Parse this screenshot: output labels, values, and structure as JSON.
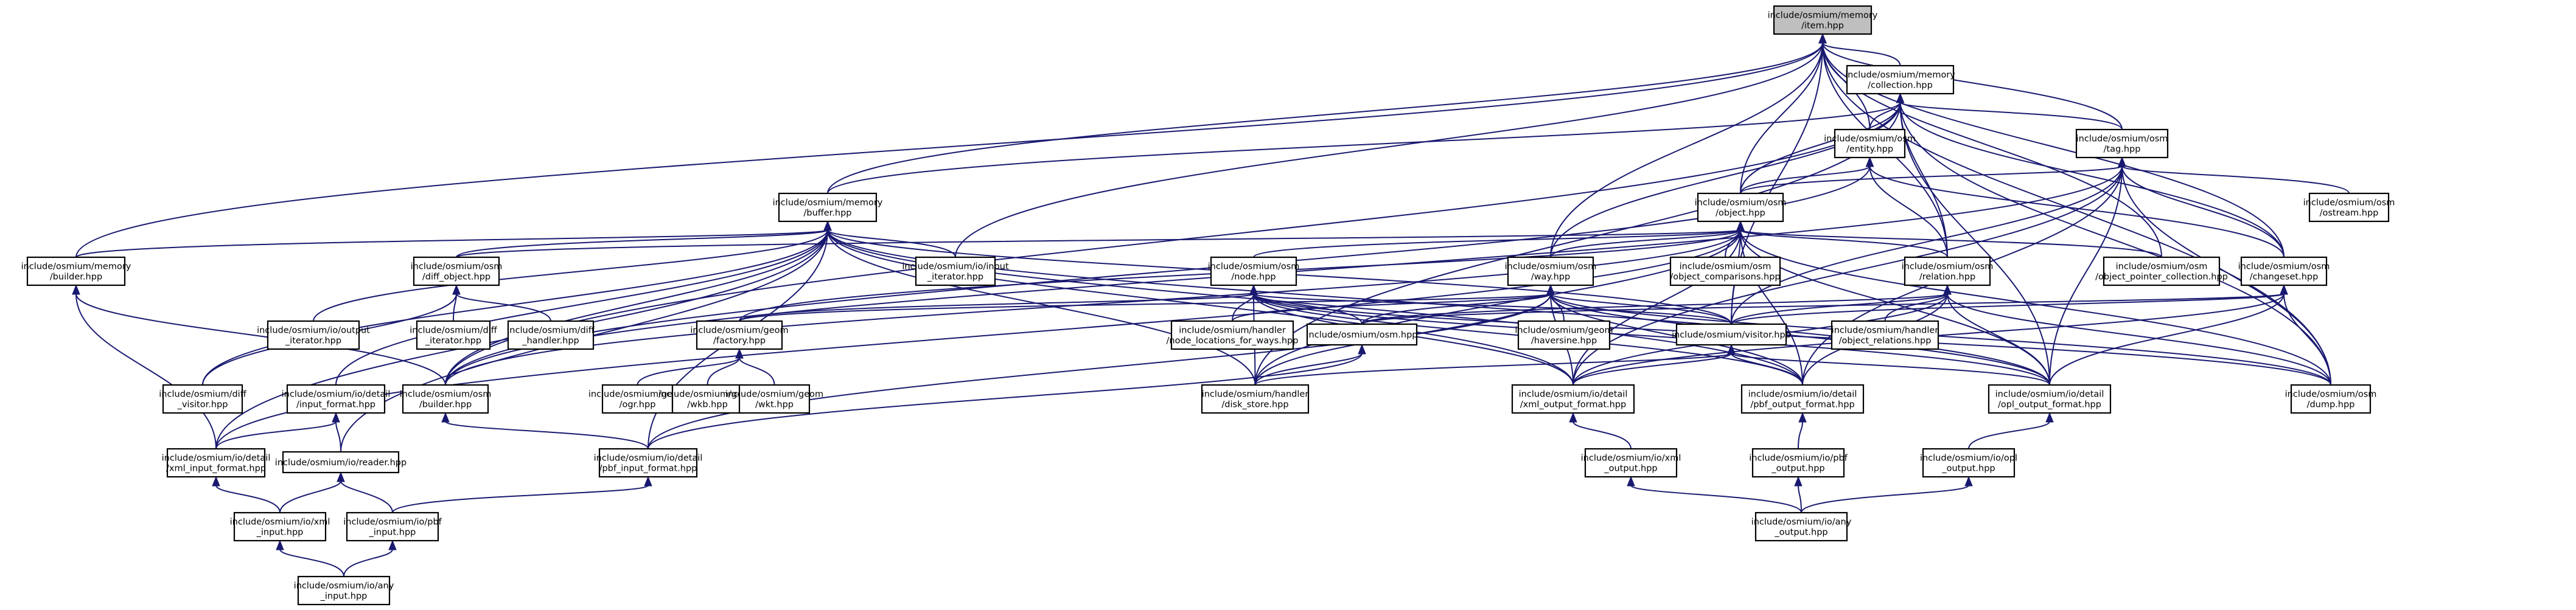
{
  "graph": {
    "nodes": [
      {
        "id": "item",
        "lines": [
          "include/osmium/memory",
          "/item.hpp"
        ],
        "root": true
      },
      {
        "id": "collection",
        "lines": [
          "include/osmium/memory",
          "/collection.hpp"
        ]
      },
      {
        "id": "entity",
        "lines": [
          "include/osmium/osm",
          "/entity.hpp"
        ]
      },
      {
        "id": "tag",
        "lines": [
          "include/osmium/osm",
          "/tag.hpp"
        ]
      },
      {
        "id": "buffer",
        "lines": [
          "include/osmium/memory",
          "/buffer.hpp"
        ]
      },
      {
        "id": "object",
        "lines": [
          "include/osmium/osm",
          "/object.hpp"
        ]
      },
      {
        "id": "ostream",
        "lines": [
          "include/osmium/osm",
          "/ostream.hpp"
        ]
      },
      {
        "id": "mbuilder",
        "lines": [
          "include/osmium/memory",
          "/builder.hpp"
        ]
      },
      {
        "id": "diff_object",
        "lines": [
          "include/osmium/osm",
          "/diff_object.hpp"
        ]
      },
      {
        "id": "input_iterator",
        "lines": [
          "include/osmium/io/input",
          "_iterator.hpp"
        ]
      },
      {
        "id": "node",
        "lines": [
          "include/osmium/osm",
          "/node.hpp"
        ]
      },
      {
        "id": "way",
        "lines": [
          "include/osmium/osm",
          "/way.hpp"
        ]
      },
      {
        "id": "object_comparisons",
        "lines": [
          "include/osmium/osm",
          "/object_comparisons.hpp"
        ]
      },
      {
        "id": "relation",
        "lines": [
          "include/osmium/osm",
          "/relation.hpp"
        ]
      },
      {
        "id": "object_pointer_collection",
        "lines": [
          "include/osmium/osm",
          "/object_pointer_collection.hpp"
        ]
      },
      {
        "id": "changeset",
        "lines": [
          "include/osmium/osm",
          "/changeset.hpp"
        ]
      },
      {
        "id": "output_iterator",
        "lines": [
          "include/osmium/io/output",
          "_iterator.hpp"
        ]
      },
      {
        "id": "diff_iterator",
        "lines": [
          "include/osmium/diff",
          "_iterator.hpp"
        ]
      },
      {
        "id": "diff_handler",
        "lines": [
          "include/osmium/diff",
          "_handler.hpp"
        ]
      },
      {
        "id": "geom_factory",
        "lines": [
          "include/osmium/geom",
          "/factory.hpp"
        ]
      },
      {
        "id": "node_locations",
        "lines": [
          "include/osmium/handler",
          "/node_locations_for_ways.hpp"
        ]
      },
      {
        "id": "osm_hpp",
        "lines": [
          "include/osmium/osm.hpp"
        ]
      },
      {
        "id": "haversine",
        "lines": [
          "include/osmium/geom",
          "/haversine.hpp"
        ]
      },
      {
        "id": "visitor",
        "lines": [
          "include/osmium/visitor.hpp"
        ]
      },
      {
        "id": "object_relations",
        "lines": [
          "include/osmium/handler",
          "/object_relations.hpp"
        ]
      },
      {
        "id": "diff_visitor",
        "lines": [
          "include/osmium/diff",
          "_visitor.hpp"
        ]
      },
      {
        "id": "input_format",
        "lines": [
          "include/osmium/io/detail",
          "/input_format.hpp"
        ]
      },
      {
        "id": "osm_builder",
        "lines": [
          "include/osmium/osm",
          "/builder.hpp"
        ]
      },
      {
        "id": "ogr",
        "lines": [
          "include/osmium/geom",
          "/ogr.hpp"
        ]
      },
      {
        "id": "wkb",
        "lines": [
          "include/osmium/geom",
          "/wkb.hpp"
        ]
      },
      {
        "id": "wkt",
        "lines": [
          "include/osmium/geom",
          "/wkt.hpp"
        ]
      },
      {
        "id": "disk_store",
        "lines": [
          "include/osmium/handler",
          "/disk_store.hpp"
        ]
      },
      {
        "id": "xml_output_format",
        "lines": [
          "include/osmium/io/detail",
          "/xml_output_format.hpp"
        ]
      },
      {
        "id": "pbf_output_format",
        "lines": [
          "include/osmium/io/detail",
          "/pbf_output_format.hpp"
        ]
      },
      {
        "id": "opl_output_format",
        "lines": [
          "include/osmium/io/detail",
          "/opl_output_format.hpp"
        ]
      },
      {
        "id": "dump",
        "lines": [
          "include/osmium/osm",
          "/dump.hpp"
        ]
      },
      {
        "id": "xml_input_format",
        "lines": [
          "include/osmium/io/detail",
          "/xml_input_format.hpp"
        ]
      },
      {
        "id": "reader",
        "lines": [
          "include/osmium/io/reader.hpp"
        ]
      },
      {
        "id": "pbf_input_format",
        "lines": [
          "include/osmium/io/detail",
          "/pbf_input_format.hpp"
        ]
      },
      {
        "id": "xml_output",
        "lines": [
          "include/osmium/io/xml",
          "_output.hpp"
        ]
      },
      {
        "id": "pbf_output",
        "lines": [
          "include/osmium/io/pbf",
          "_output.hpp"
        ]
      },
      {
        "id": "opl_output",
        "lines": [
          "include/osmium/io/opl",
          "_output.hpp"
        ]
      },
      {
        "id": "xml_input",
        "lines": [
          "include/osmium/io/xml",
          "_input.hpp"
        ]
      },
      {
        "id": "pbf_input",
        "lines": [
          "include/osmium/io/pbf",
          "_input.hpp"
        ]
      },
      {
        "id": "any_output",
        "lines": [
          "include/osmium/io/any",
          "_output.hpp"
        ]
      },
      {
        "id": "any_input",
        "lines": [
          "include/osmium/io/any",
          "_input.hpp"
        ]
      }
    ],
    "edges": [
      [
        "collection",
        "item"
      ],
      [
        "entity",
        "item"
      ],
      [
        "tag",
        "item"
      ],
      [
        "buffer",
        "item"
      ],
      [
        "object",
        "item"
      ],
      [
        "relation",
        "item"
      ],
      [
        "changeset",
        "item"
      ],
      [
        "mbuilder",
        "item"
      ],
      [
        "input_iterator",
        "item"
      ],
      [
        "way",
        "item"
      ],
      [
        "visitor",
        "item"
      ],
      [
        "dump",
        "item"
      ],
      [
        "object_pointer_collection",
        "item"
      ],
      [
        "entity",
        "collection"
      ],
      [
        "tag",
        "collection"
      ],
      [
        "buffer",
        "collection"
      ],
      [
        "object",
        "collection"
      ],
      [
        "relation",
        "collection"
      ],
      [
        "changeset",
        "collection"
      ],
      [
        "way",
        "collection"
      ],
      [
        "dump",
        "collection"
      ],
      [
        "osm_builder",
        "collection"
      ],
      [
        "opl_output_format",
        "collection"
      ],
      [
        "disk_store",
        "collection"
      ],
      [
        "object",
        "entity"
      ],
      [
        "relation",
        "entity"
      ],
      [
        "osm_builder",
        "entity"
      ],
      [
        "changeset",
        "entity"
      ],
      [
        "object",
        "tag"
      ],
      [
        "changeset",
        "tag"
      ],
      [
        "ostream",
        "tag"
      ],
      [
        "opl_output_format",
        "tag"
      ],
      [
        "dump",
        "tag"
      ],
      [
        "osm_builder",
        "tag"
      ],
      [
        "xml_output_format",
        "tag"
      ],
      [
        "visitor",
        "tag"
      ],
      [
        "pbf_output_format",
        "tag"
      ],
      [
        "mbuilder",
        "buffer"
      ],
      [
        "diff_object",
        "buffer"
      ],
      [
        "input_iterator",
        "buffer"
      ],
      [
        "output_iterator",
        "buffer"
      ],
      [
        "osm_builder",
        "buffer"
      ],
      [
        "disk_store",
        "buffer"
      ],
      [
        "xml_output_format",
        "buffer"
      ],
      [
        "pbf_output_format",
        "buffer"
      ],
      [
        "opl_output_format",
        "buffer"
      ],
      [
        "xml_input_format",
        "buffer"
      ],
      [
        "pbf_input_format",
        "buffer"
      ],
      [
        "input_format",
        "buffer"
      ],
      [
        "diff_visitor",
        "buffer"
      ],
      [
        "visitor",
        "buffer"
      ],
      [
        "reader",
        "buffer"
      ],
      [
        "node",
        "object"
      ],
      [
        "way",
        "object"
      ],
      [
        "relation",
        "object"
      ],
      [
        "object_comparisons",
        "object"
      ],
      [
        "object_pointer_collection",
        "object"
      ],
      [
        "diff_object",
        "object"
      ],
      [
        "visitor",
        "object"
      ],
      [
        "geom_factory",
        "object"
      ],
      [
        "dump",
        "object"
      ],
      [
        "xml_output_format",
        "object"
      ],
      [
        "pbf_output_format",
        "object"
      ],
      [
        "opl_output_format",
        "object"
      ],
      [
        "osm_builder",
        "object"
      ],
      [
        "disk_store",
        "object"
      ],
      [
        "xml_input_format",
        "object"
      ],
      [
        "diff_iterator",
        "diff_object"
      ],
      [
        "diff_handler",
        "diff_object"
      ],
      [
        "diff_visitor",
        "diff_object"
      ],
      [
        "xml_input_format",
        "mbuilder"
      ],
      [
        "osm_builder",
        "mbuilder"
      ],
      [
        "geom_factory",
        "node"
      ],
      [
        "node_locations",
        "node"
      ],
      [
        "osm_hpp",
        "node"
      ],
      [
        "visitor",
        "node"
      ],
      [
        "disk_store",
        "node"
      ],
      [
        "xml_output_format",
        "node"
      ],
      [
        "pbf_output_format",
        "node"
      ],
      [
        "opl_output_format",
        "node"
      ],
      [
        "dump",
        "node"
      ],
      [
        "geom_factory",
        "way"
      ],
      [
        "node_locations",
        "way"
      ],
      [
        "osm_hpp",
        "way"
      ],
      [
        "haversine",
        "way"
      ],
      [
        "visitor",
        "way"
      ],
      [
        "disk_store",
        "way"
      ],
      [
        "xml_output_format",
        "way"
      ],
      [
        "pbf_output_format",
        "way"
      ],
      [
        "opl_output_format",
        "way"
      ],
      [
        "dump",
        "way"
      ],
      [
        "pbf_input_format",
        "way"
      ],
      [
        "osm_hpp",
        "relation"
      ],
      [
        "visitor",
        "relation"
      ],
      [
        "object_relations",
        "relation"
      ],
      [
        "xml_output_format",
        "relation"
      ],
      [
        "pbf_output_format",
        "relation"
      ],
      [
        "opl_output_format",
        "relation"
      ],
      [
        "dump",
        "relation"
      ],
      [
        "osm_hpp",
        "changeset"
      ],
      [
        "visitor",
        "changeset"
      ],
      [
        "xml_output_format",
        "changeset"
      ],
      [
        "opl_output_format",
        "changeset"
      ],
      [
        "dump",
        "changeset"
      ],
      [
        "ogr",
        "geom_factory"
      ],
      [
        "wkb",
        "geom_factory"
      ],
      [
        "wkt",
        "geom_factory"
      ],
      [
        "pbf_input_format",
        "osm_hpp"
      ],
      [
        "disk_store",
        "osm_hpp"
      ],
      [
        "disk_store",
        "visitor"
      ],
      [
        "xml_output_format",
        "visitor"
      ],
      [
        "pbf_output_format",
        "visitor"
      ],
      [
        "opl_output_format",
        "visitor"
      ],
      [
        "xml_input_format",
        "input_format"
      ],
      [
        "reader",
        "input_format"
      ],
      [
        "pbf_input_format",
        "osm_builder"
      ],
      [
        "xml_input",
        "xml_input_format"
      ],
      [
        "xml_input",
        "reader"
      ],
      [
        "pbf_input",
        "reader"
      ],
      [
        "pbf_input",
        "pbf_input_format"
      ],
      [
        "any_input",
        "xml_input"
      ],
      [
        "any_input",
        "pbf_input"
      ],
      [
        "xml_output",
        "xml_output_format"
      ],
      [
        "pbf_output",
        "pbf_output_format"
      ],
      [
        "opl_output",
        "opl_output_format"
      ],
      [
        "any_output",
        "xml_output"
      ],
      [
        "any_output",
        "pbf_output"
      ],
      [
        "any_output",
        "opl_output"
      ]
    ]
  }
}
